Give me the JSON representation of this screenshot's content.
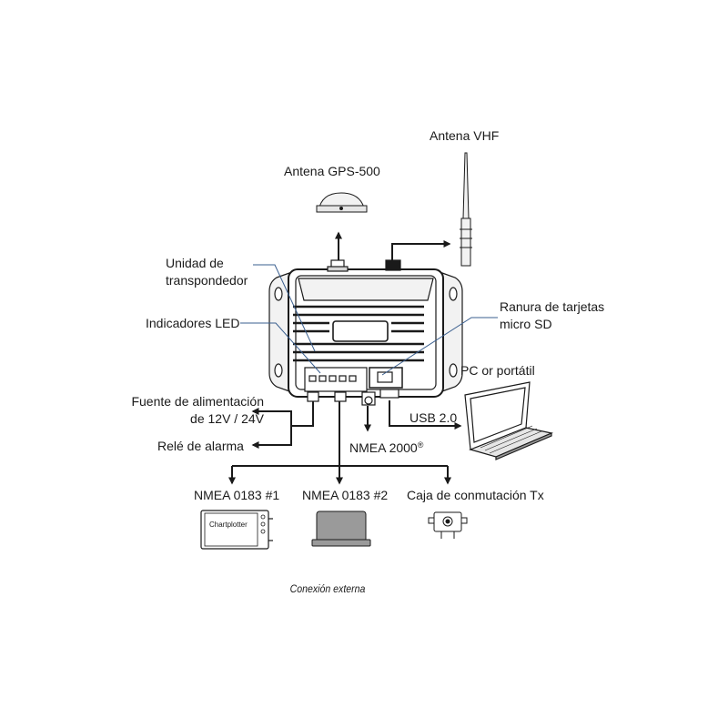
{
  "labels": {
    "antenna_vhf": "Antena VHF",
    "antenna_gps": "Antena GPS-500",
    "transponder_unit": [
      "Unidad de",
      "transpondedor"
    ],
    "led_indicators": "Indicadores LED",
    "sd_slot": [
      "Ranura de tarjetas",
      "micro SD"
    ],
    "pc": "PC or portátil",
    "power": [
      "Fuente de alimentación",
      "de 12V / 24V"
    ],
    "alarm_relay": "Relé de alarma",
    "usb": "USB 2.0",
    "nmea2000": "NMEA 2000",
    "nmea2000_mark": "®",
    "nmea0183_1": "NMEA 0183 #1",
    "nmea0183_2": "NMEA 0183 #2",
    "tx_switch": "Caja de conmutación Tx",
    "chartplotter": "Chartplotter"
  },
  "caption": "Conexión externa",
  "colors": {
    "line": "#1a1a1a",
    "leader": "#3a5f8f",
    "fill_light": "#f2f2f2",
    "fill_mid": "#d6d6d6",
    "fill_dark": "#9a9a9a"
  }
}
